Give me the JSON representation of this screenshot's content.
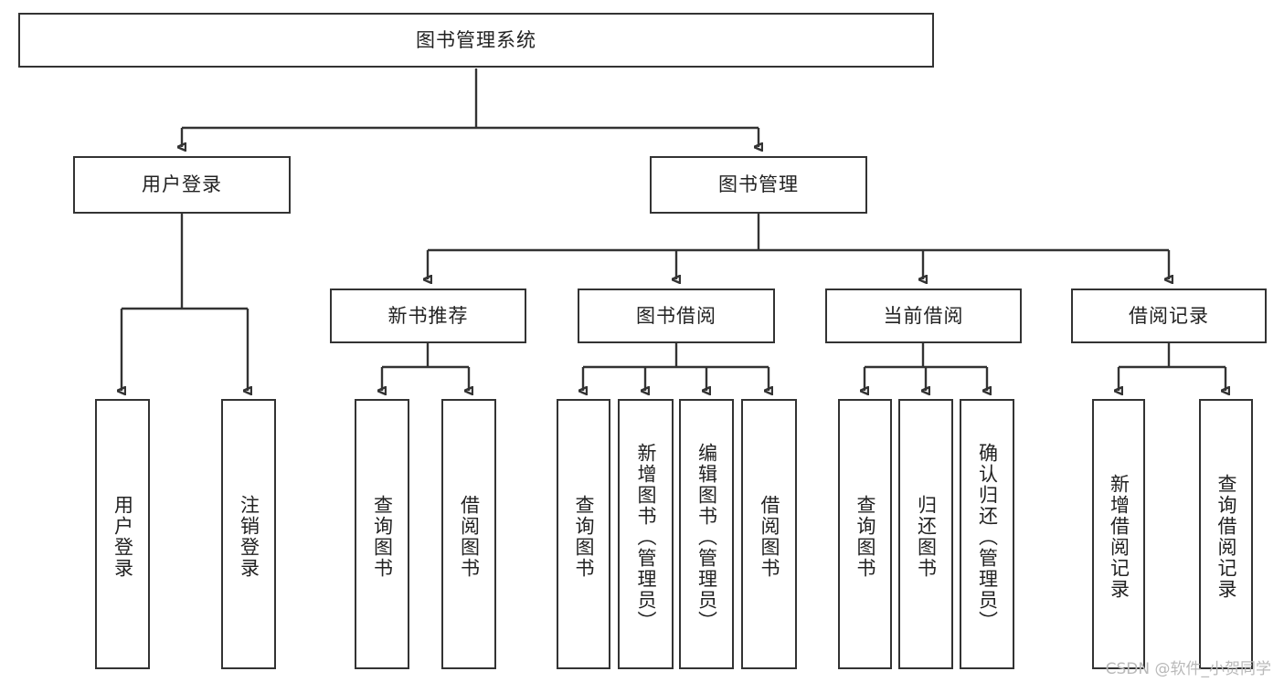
{
  "diagram": {
    "title": "图书管理系统",
    "type": "tree-hierarchy-diagram",
    "root": {
      "id": "root",
      "label": "图书管理系统"
    },
    "level2": [
      {
        "id": "user-login",
        "label": "用户登录"
      },
      {
        "id": "book-management",
        "label": "图书管理"
      }
    ],
    "level3": [
      {
        "id": "new-book-recommend",
        "label": "新书推荐",
        "parent": "book-management"
      },
      {
        "id": "book-borrow",
        "label": "图书借阅",
        "parent": "book-management"
      },
      {
        "id": "current-borrow",
        "label": "当前借阅",
        "parent": "book-management"
      },
      {
        "id": "borrow-record",
        "label": "借阅记录",
        "parent": "book-management"
      }
    ],
    "leaves": {
      "user_login": [
        {
          "id": "leaf-user-login",
          "label": "用户登录"
        },
        {
          "id": "leaf-user-logout",
          "label": "注销登录"
        }
      ],
      "new_book_recommend": [
        {
          "id": "leaf-query-book-1",
          "label": "查询图书"
        },
        {
          "id": "leaf-borrow-book-1",
          "label": "借阅图书"
        }
      ],
      "book_borrow": [
        {
          "id": "leaf-query-book-2",
          "label": "查询图书"
        },
        {
          "id": "leaf-add-book",
          "label": "新增图书（管理员）"
        },
        {
          "id": "leaf-edit-book",
          "label": "编辑图书（管理员）"
        },
        {
          "id": "leaf-borrow-book-2",
          "label": "借阅图书"
        }
      ],
      "current_borrow": [
        {
          "id": "leaf-query-book-3",
          "label": "查询图书"
        },
        {
          "id": "leaf-return-book",
          "label": "归还图书"
        },
        {
          "id": "leaf-confirm-return",
          "label": "确认归还（管理员）"
        }
      ],
      "borrow_record": [
        {
          "id": "leaf-add-record",
          "label": "新增借阅记录"
        },
        {
          "id": "leaf-query-record",
          "label": "查询借阅记录"
        }
      ]
    }
  },
  "watermark": {
    "text": "CSDN @软件_小贺同学"
  },
  "colors": {
    "box_border": "#333333",
    "box_fill": "#ffffff",
    "connector": "#333333",
    "text": "#222222",
    "watermark": "#b9b9b9",
    "background": "#ffffff"
  }
}
